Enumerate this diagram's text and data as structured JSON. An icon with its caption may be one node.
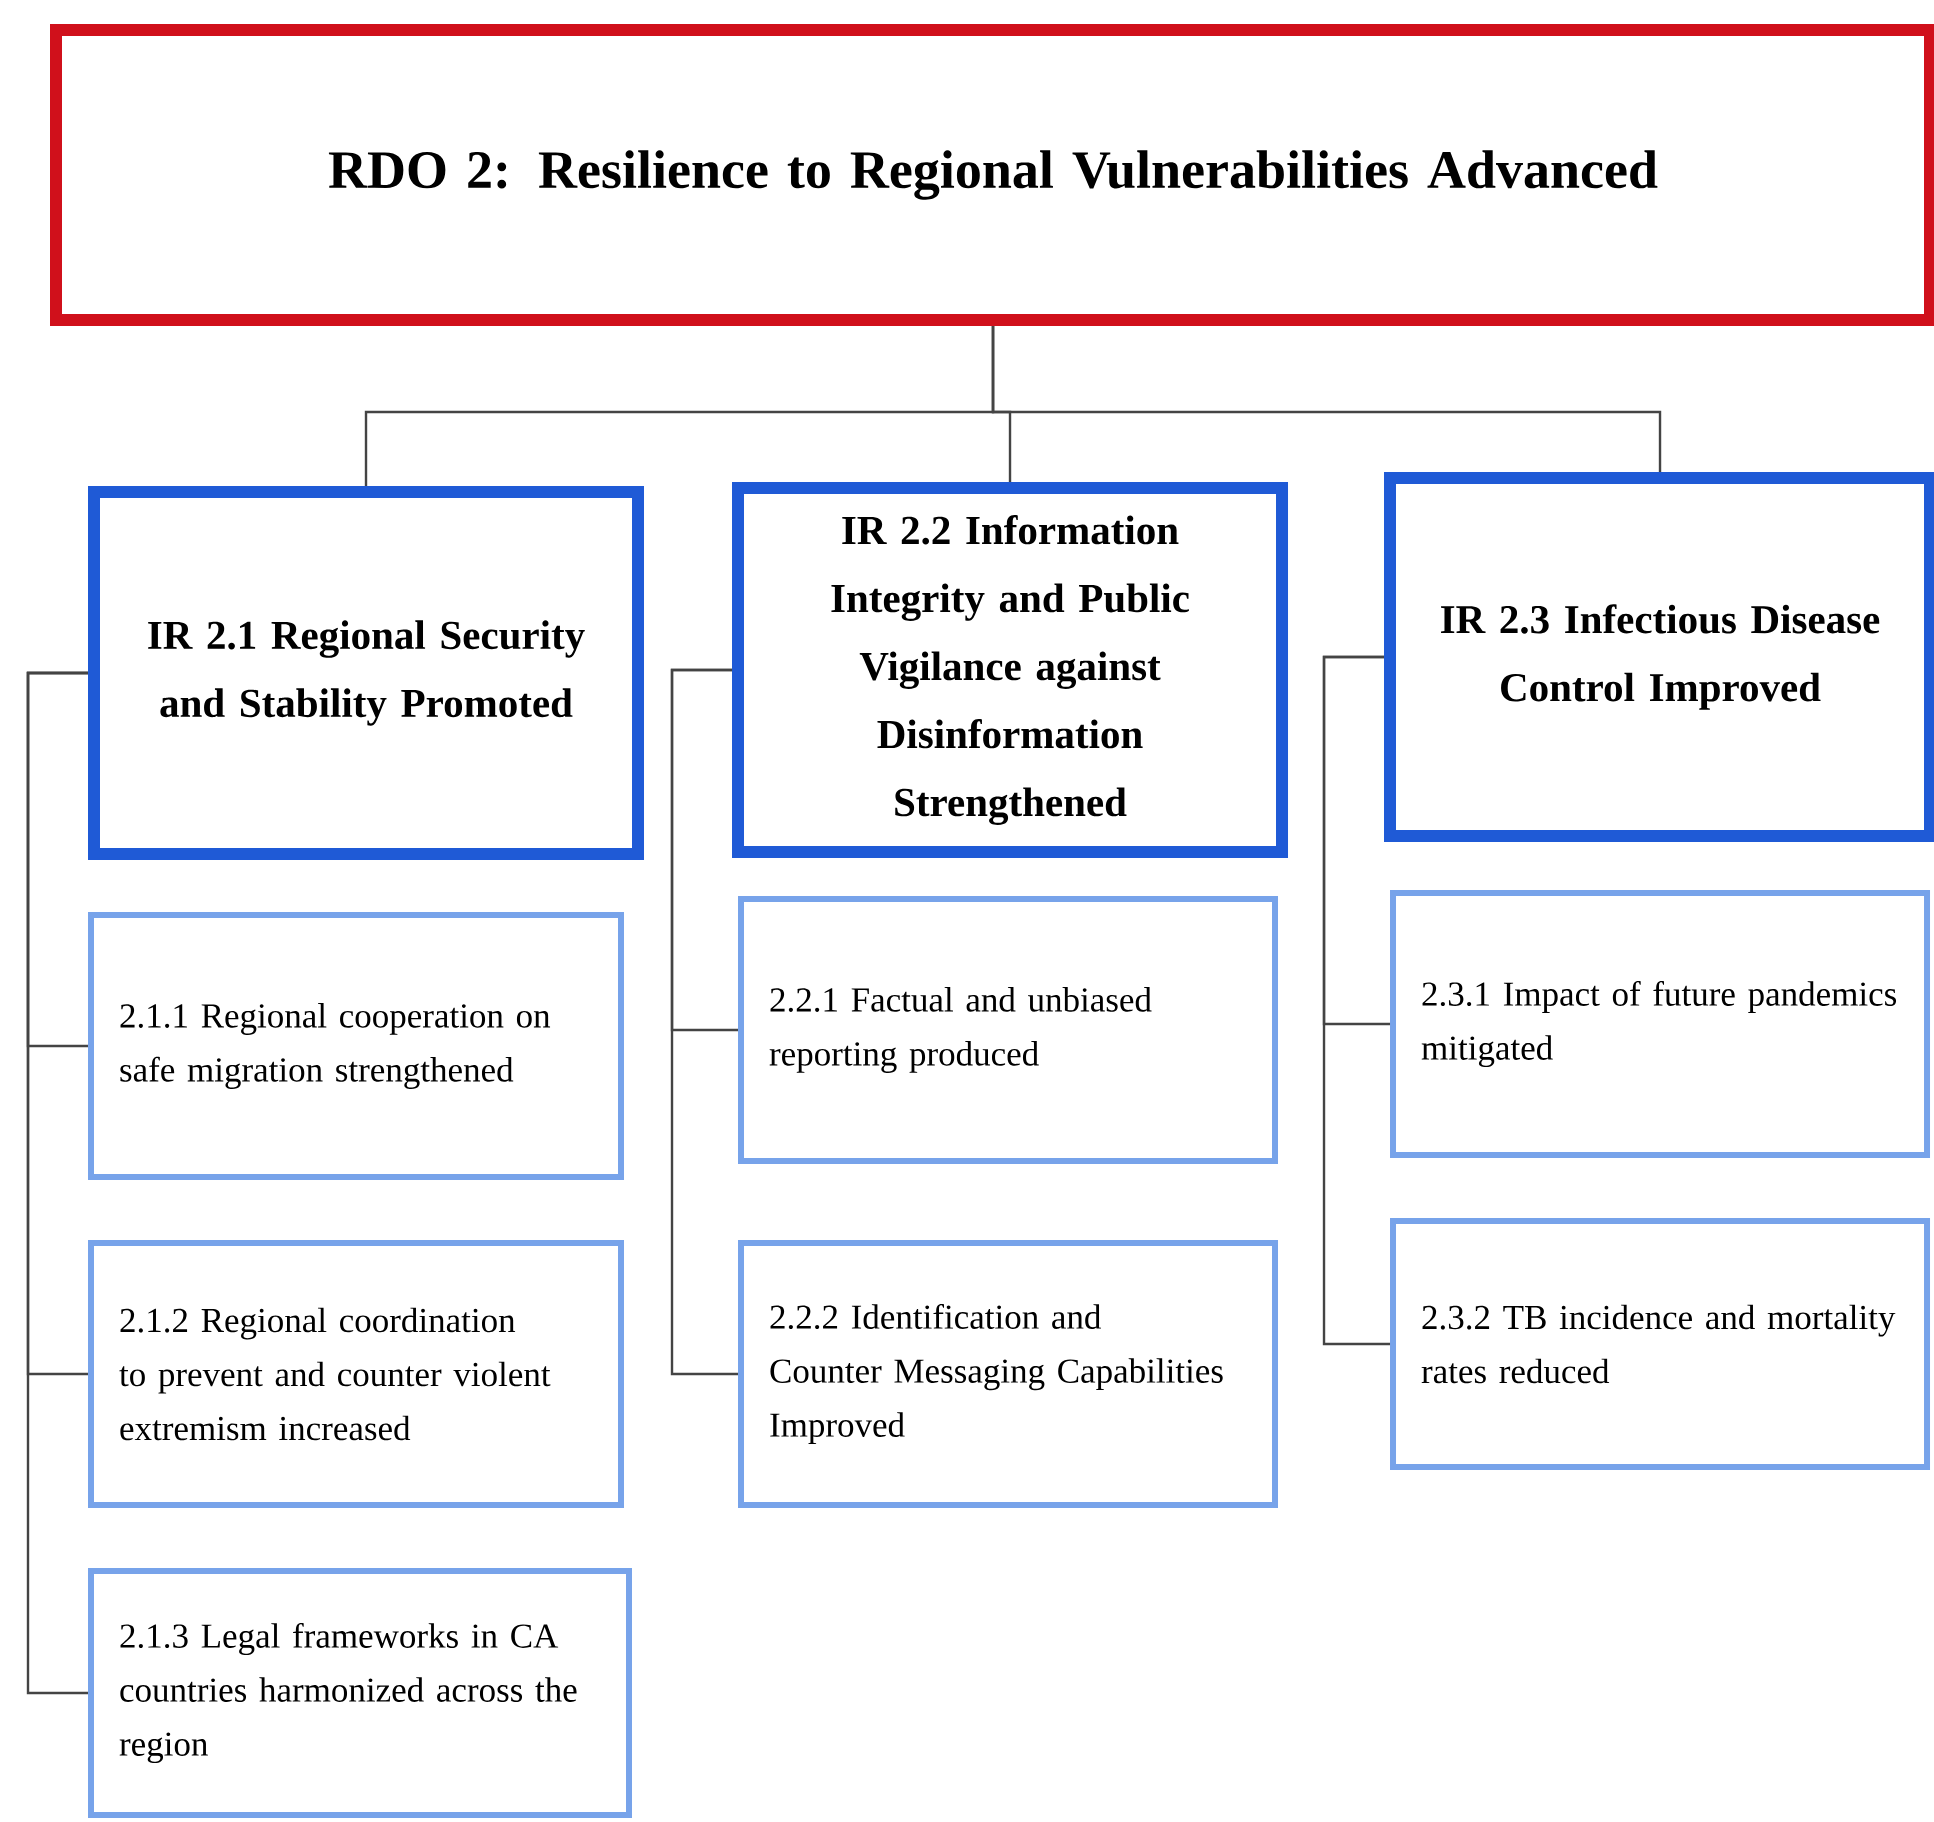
{
  "diagram": {
    "nodes": [
      {
        "text": [
          "RDO 2: Resilience to Regional Vulnerabilities Advanced"
        ]
      },
      {
        "text": [
          "IR 2.1 Regional Security and Stability Promoted"
        ]
      },
      {
        "text": [
          "IR 2.2 Information Integrity and Public Vigilance against Disinformation Strengthened"
        ]
      },
      {
        "text": [
          "IR 2.3 Infectious Disease Control Improved"
        ]
      },
      {
        "text": [
          "2.1.1 Regional cooperation on safe migration strengthened"
        ]
      },
      {
        "text": [
          "2.1.2 Regional coordination to prevent and counter violent extremism increased"
        ]
      },
      {
        "text": [
          "2.1.3 Legal frameworks in CA countries harmonized across the region"
        ]
      },
      {
        "text": [
          "2.2.1 Factual and unbiased reporting produced"
        ]
      },
      {
        "text": [
          "2.2.2 Identification and Counter Messaging Capabilities Improved"
        ]
      },
      {
        "text": [
          "2.3.1 Impact of future pandemics mitigated"
        ]
      },
      {
        "text": [
          "2.3.2 TB incidence and mortality rates reduced"
        ]
      }
    ],
    "edges": [
      {
        "from": 0,
        "to": 1,
        "arrow": "none"
      },
      {
        "from": 0,
        "to": 2,
        "arrow": "none"
      },
      {
        "from": 0,
        "to": 3,
        "arrow": "none"
      },
      {
        "from": 1,
        "to": 4,
        "arrow": "none"
      },
      {
        "from": 1,
        "to": 5,
        "arrow": "none"
      },
      {
        "from": 1,
        "to": 6,
        "arrow": "none"
      },
      {
        "from": 2,
        "to": 7,
        "arrow": "none"
      },
      {
        "from": 2,
        "to": 8,
        "arrow": "none"
      },
      {
        "from": 3,
        "to": 9,
        "arrow": "none"
      },
      {
        "from": 3,
        "to": 10,
        "arrow": "none"
      }
    ]
  }
}
